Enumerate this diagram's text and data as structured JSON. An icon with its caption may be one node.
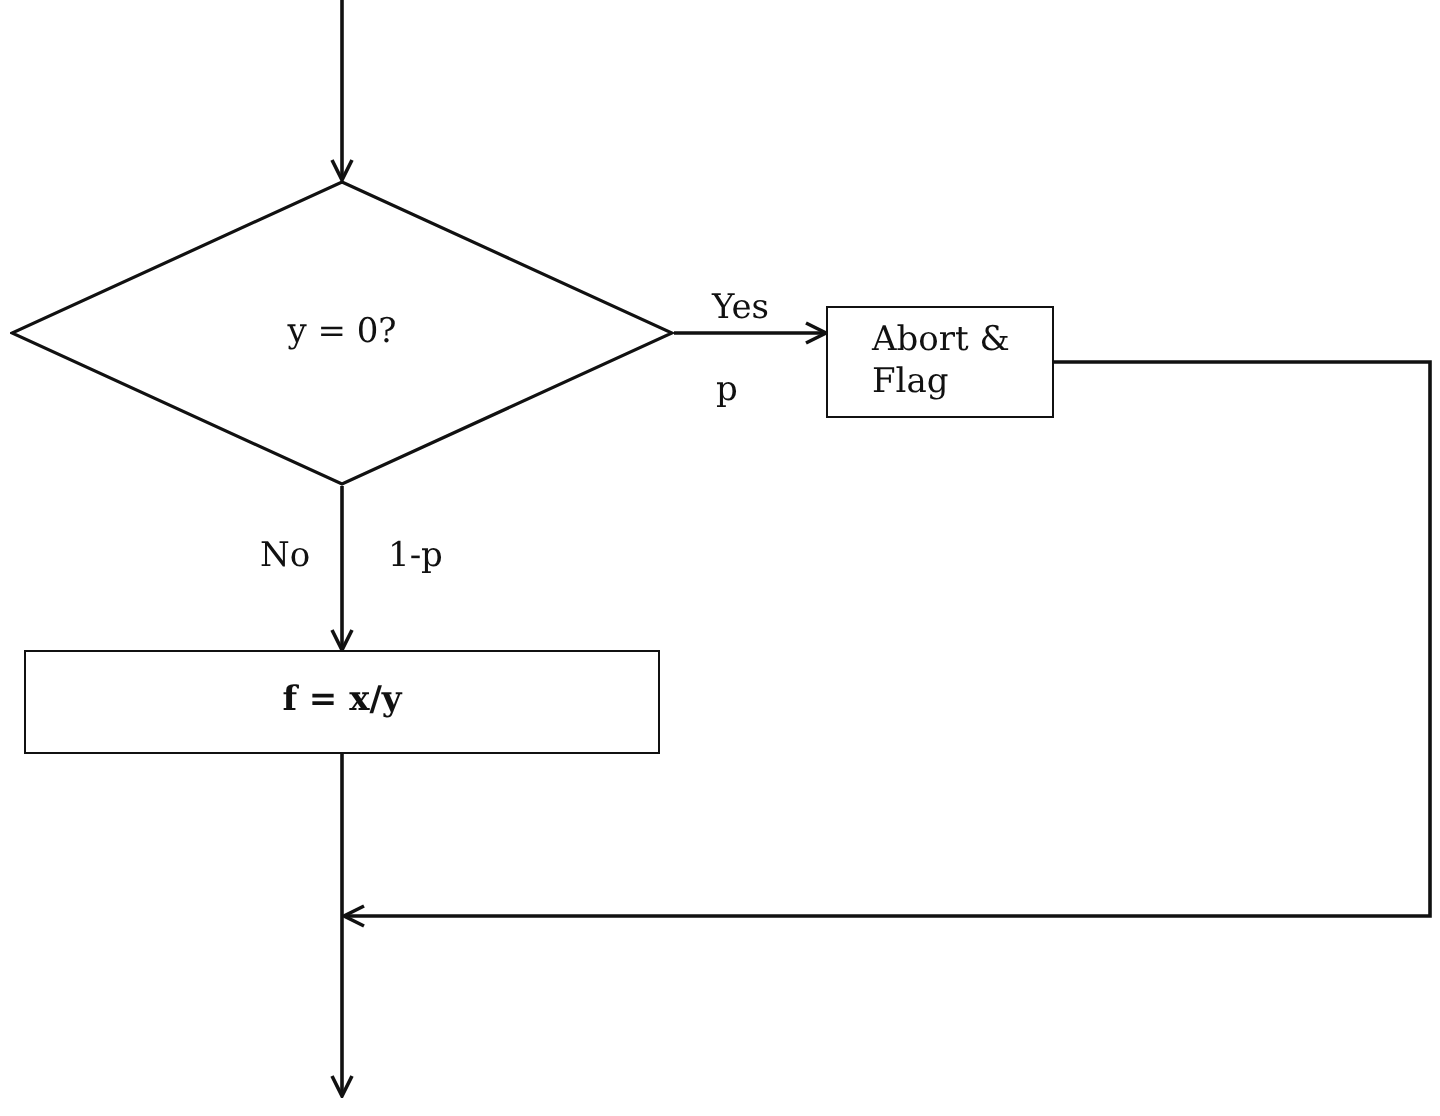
{
  "diagram": {
    "nodes": [
      {
        "text": [
          "y = 0?"
        ]
      },
      {
        "text": [
          "Abort & Flag"
        ]
      },
      {
        "text": [
          "f = x/y"
        ]
      }
    ],
    "edges": [
      {
        "from": null,
        "to": 0,
        "arrow": "to"
      },
      {
        "from": 0,
        "to": 1,
        "arrow": "to",
        "label": "Yes"
      },
      {
        "from": 0,
        "to": 2,
        "arrow": "to",
        "label": "No"
      },
      {
        "from": 1,
        "to": null,
        "arrow": "to"
      },
      {
        "from": 2,
        "to": null,
        "arrow": "to"
      }
    ],
    "labels": [
      "p",
      "1-p"
    ]
  }
}
